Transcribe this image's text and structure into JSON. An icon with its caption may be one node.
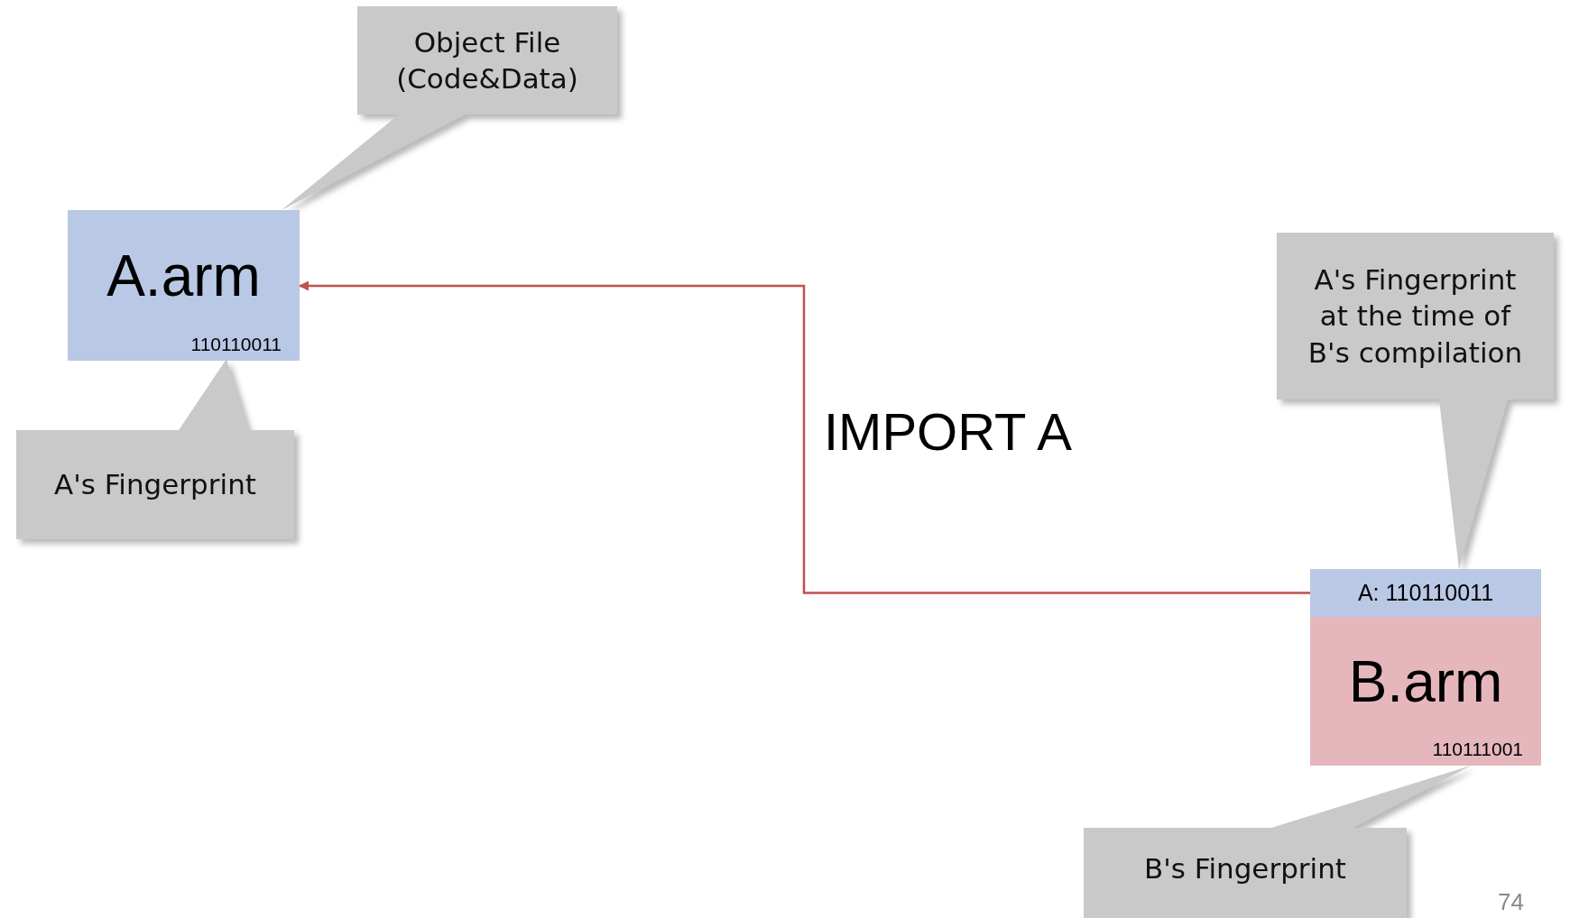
{
  "diagram": {
    "nodes": [
      {
        "text": [
          "Object File (Code&Data)"
        ]
      },
      {
        "text": [
          "A.arm",
          "110110011"
        ]
      },
      {
        "text": [
          "A's Fingerprint"
        ]
      },
      {
        "text": [
          "A's Fingerprint at the time of B's compilation"
        ]
      },
      {
        "text": [
          "A: 110110011"
        ]
      },
      {
        "text": [
          "B.arm",
          "110111001"
        ]
      },
      {
        "text": [
          "B's Fingerprint"
        ]
      }
    ],
    "edges": [
      {
        "from": 4,
        "to": 1,
        "arrow": "to",
        "label": "IMPORT A",
        "color": "#c0504d"
      }
    ],
    "labels": [
      "74"
    ]
  }
}
